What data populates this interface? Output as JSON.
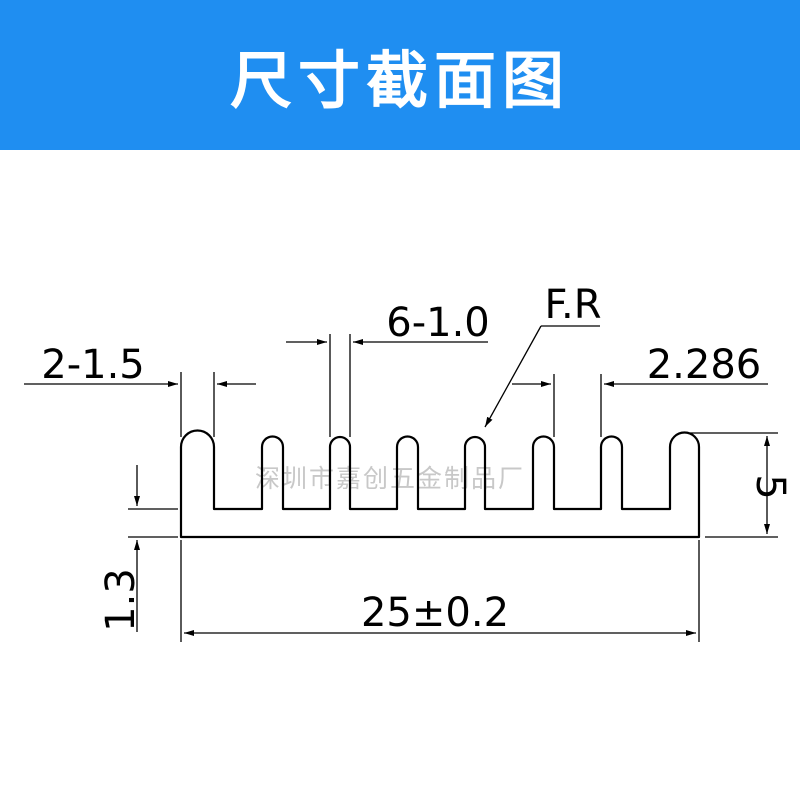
{
  "header": {
    "title": "尺寸截面图",
    "background_color": "#1f8ef1",
    "text_color": "#ffffff"
  },
  "drawing": {
    "line_color": "#000000",
    "watermark": "深圳市嘉创五金制品厂",
    "dimensions": {
      "fin_thickness_tip": "2-1.5",
      "fin_thickness_root": "6-1.0",
      "fin_radius": "F.R",
      "fin_pitch": "2.286",
      "height": "5",
      "base_thickness": "1.3",
      "width": "25±0.2"
    }
  }
}
